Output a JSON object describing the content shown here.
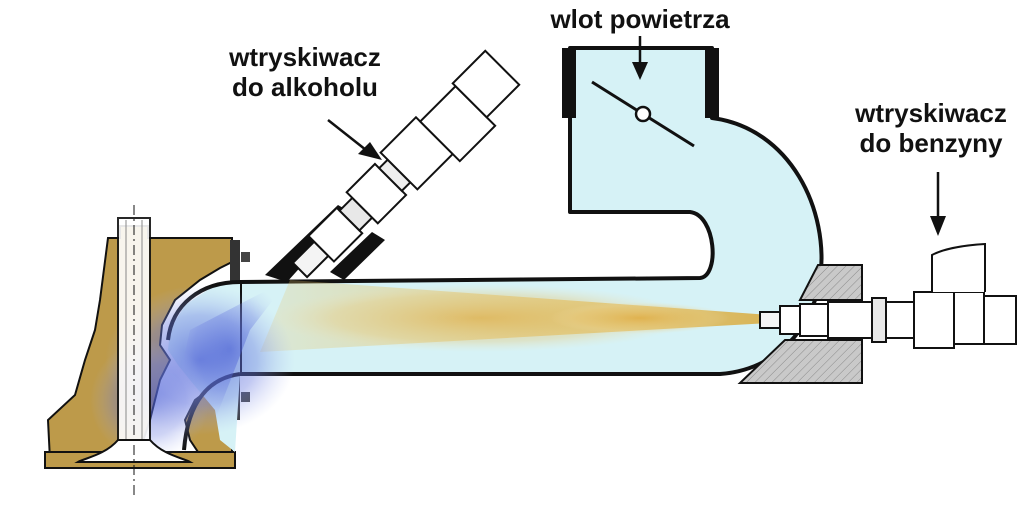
{
  "labels": {
    "air_inlet": "wlot powietrza",
    "alcohol_injector_line1": "wtryskiwacz",
    "alcohol_injector_line2": "do alkoholu",
    "petrol_injector_line1": "wtryskiwacz",
    "petrol_injector_line2": "do benzyny"
  },
  "colors": {
    "air": "#d6f2f6",
    "engine_block": "#bd9a4a",
    "outline": "#111111",
    "alcohol_spray": "#4b5fd0",
    "petrol_spray": "#e2b442",
    "flange": "#5a5a5a"
  },
  "icons": [
    "arrow-down-icon",
    "arrow-diagonal-icon",
    "throttle-valve-icon",
    "injector-icon",
    "intake-valve-icon"
  ]
}
